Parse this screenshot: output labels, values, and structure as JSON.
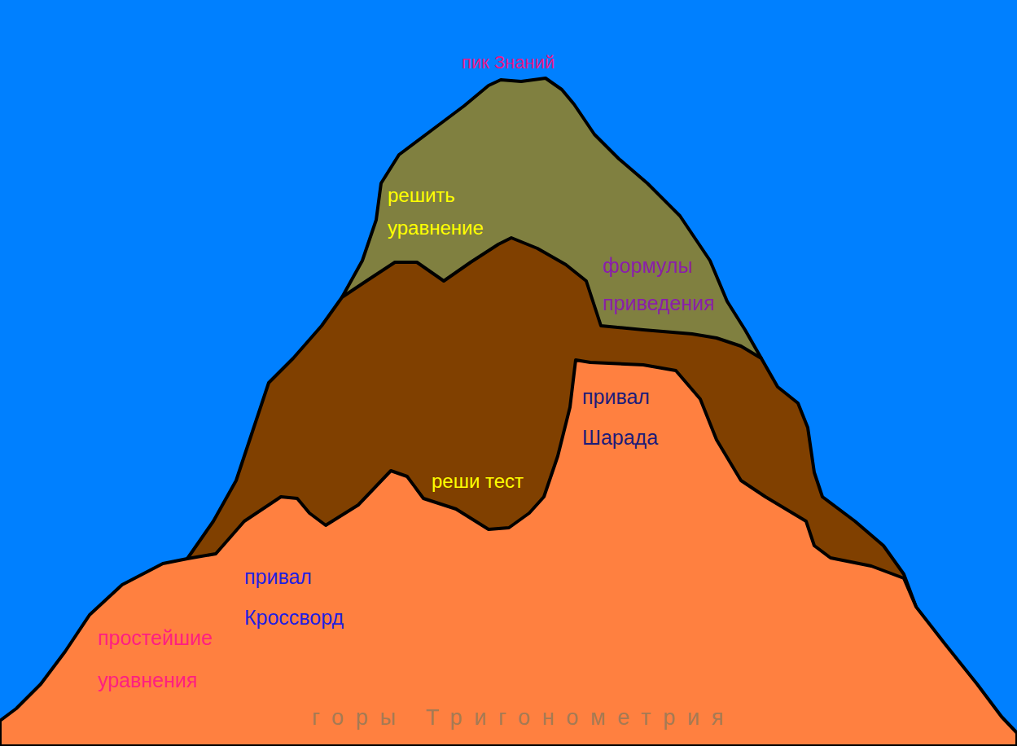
{
  "diagram": {
    "labels": [
      "пик Знаний",
      "решить уравнение",
      "формулы приведения",
      "привал Шарада",
      "реши тест",
      "привал Кроссворд",
      "простейшие уравнения",
      "горы Тригонометрия"
    ]
  }
}
